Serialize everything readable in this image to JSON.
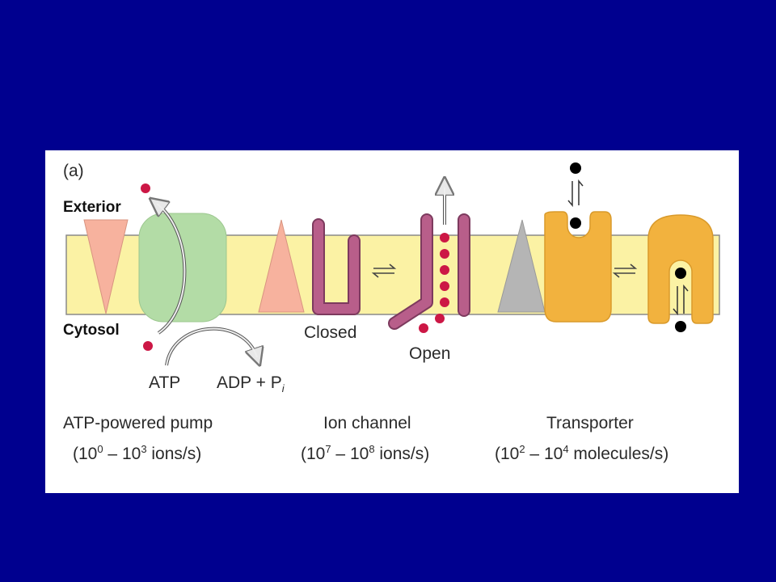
{
  "panel_label": "(a)",
  "regions": {
    "exterior": "Exterior",
    "cytosol": "Cytosol"
  },
  "pump": {
    "atp": "ATP",
    "adp": "ADP + P",
    "adp_sub": "i",
    "title": "ATP-powered pump",
    "rate_prefix": "(10",
    "rate_exp1": "0",
    "rate_mid": " – 10",
    "rate_exp2": "3",
    "rate_suffix": " ions/s)"
  },
  "channel": {
    "closed": "Closed",
    "open": "Open",
    "title": "Ion channel",
    "rate_prefix": "(10",
    "rate_exp1": "7",
    "rate_mid": " – 10",
    "rate_exp2": "8",
    "rate_suffix": " ions/s)"
  },
  "transporter": {
    "title": "Transporter",
    "rate_prefix": "(10",
    "rate_exp1": "2",
    "rate_mid": " – 10",
    "rate_exp2": "4",
    "rate_suffix": " molecules/s)"
  },
  "colors": {
    "background": "#00008f",
    "membrane": "#fbf2a4",
    "membrane_edge": "#8a8a8a",
    "gradient_triangle": "#f7b29e",
    "pump": "#b3dca6",
    "channel": "#b85e8a",
    "ion": "#cc1745",
    "transporter": "#f2b23e",
    "solute": "#000000",
    "gray_triangle": "#b5b5b5"
  }
}
